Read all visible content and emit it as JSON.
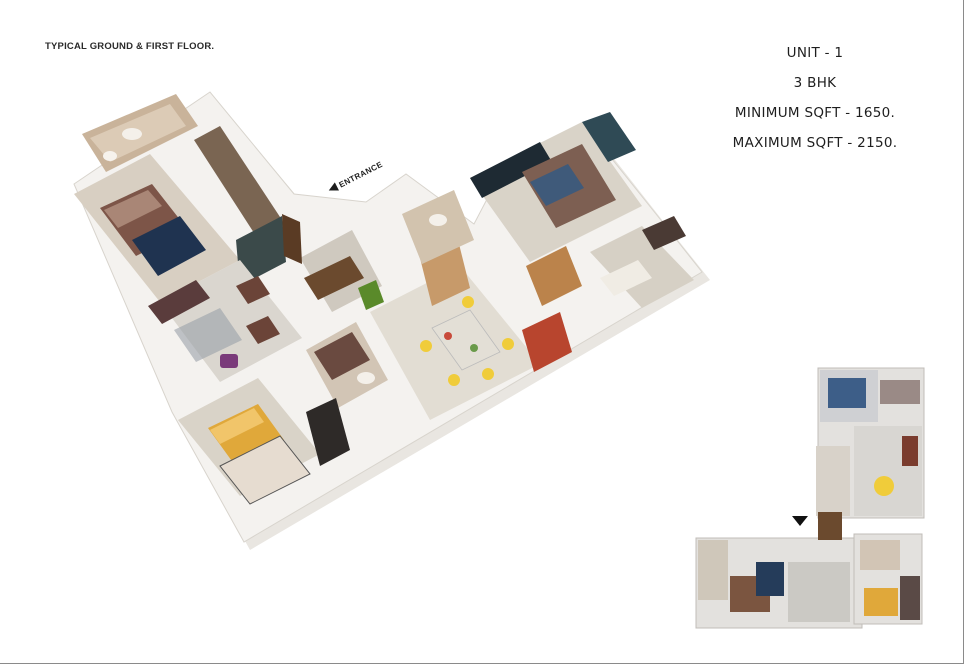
{
  "floor_title": "TYPICAL GROUND & FIRST FLOOR.",
  "unit": {
    "name": "UNIT - 1",
    "type": "3 BHK",
    "min_sqft": "MINIMUM SQFT - 1650.",
    "max_sqft": "MAXIMUM SQFT - 2150."
  },
  "entrance_label": "ENTRANCE",
  "colors": {
    "wall": "#f3f1ee",
    "floor": "#d9d4c8",
    "wood": "#5a3b24",
    "bed_yellow": "#e0a83a",
    "bed_brown": "#7d5548",
    "bed_blue": "#3f5a7a",
    "sofa": "#5a3c3c",
    "red_feature": "#b8452e"
  }
}
